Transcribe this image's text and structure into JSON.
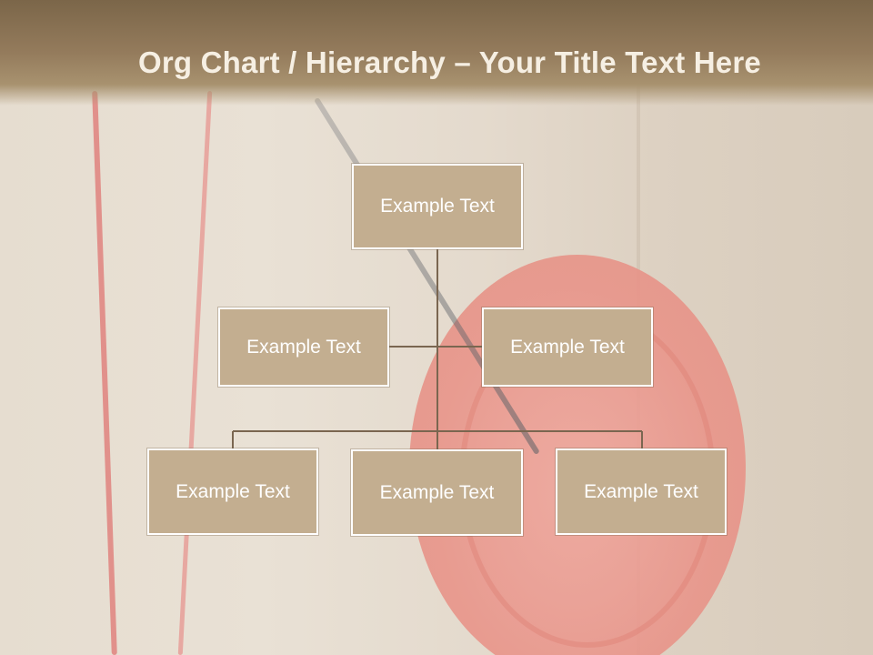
{
  "slide": {
    "title_bold": "Org Chart / Hierarchy",
    "title_dash": "–",
    "title_rest": "Your Title Text Here"
  },
  "org_chart": {
    "root": {
      "label": "Example Text"
    },
    "assistants": [
      {
        "label": "Example Text"
      },
      {
        "label": "Example Text"
      }
    ],
    "children": [
      {
        "label": "Example Text"
      },
      {
        "label": "Example Text"
      },
      {
        "label": "Example Text"
      }
    ]
  },
  "colors": {
    "node_fill": "#c3ae90",
    "node_border": "#ffffff",
    "connector": "#7a6650",
    "title_text": "#f6efe3",
    "title_bar": "#8a7253"
  }
}
